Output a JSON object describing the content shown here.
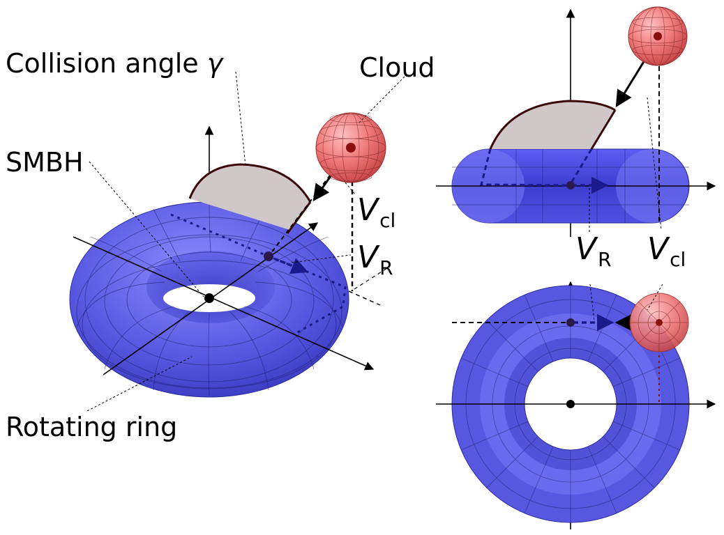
{
  "labels": {
    "collision_angle": "Collision angle",
    "gamma": "γ",
    "cloud": "Cloud",
    "smbh": "SMBH",
    "rotating_ring": "Rotating ring"
  },
  "velocity_labels": {
    "v_symbol": "V",
    "cloud_subscript": "cl",
    "ring_subscript": "R"
  },
  "colors": {
    "ring": "#5a5ae6",
    "ring_dark": "#2626a8",
    "cloud": "#ee7373",
    "cloud_dark": "#b43434",
    "angle_fill": "#d0c8c8",
    "angle_edge": "#3a0606"
  }
}
